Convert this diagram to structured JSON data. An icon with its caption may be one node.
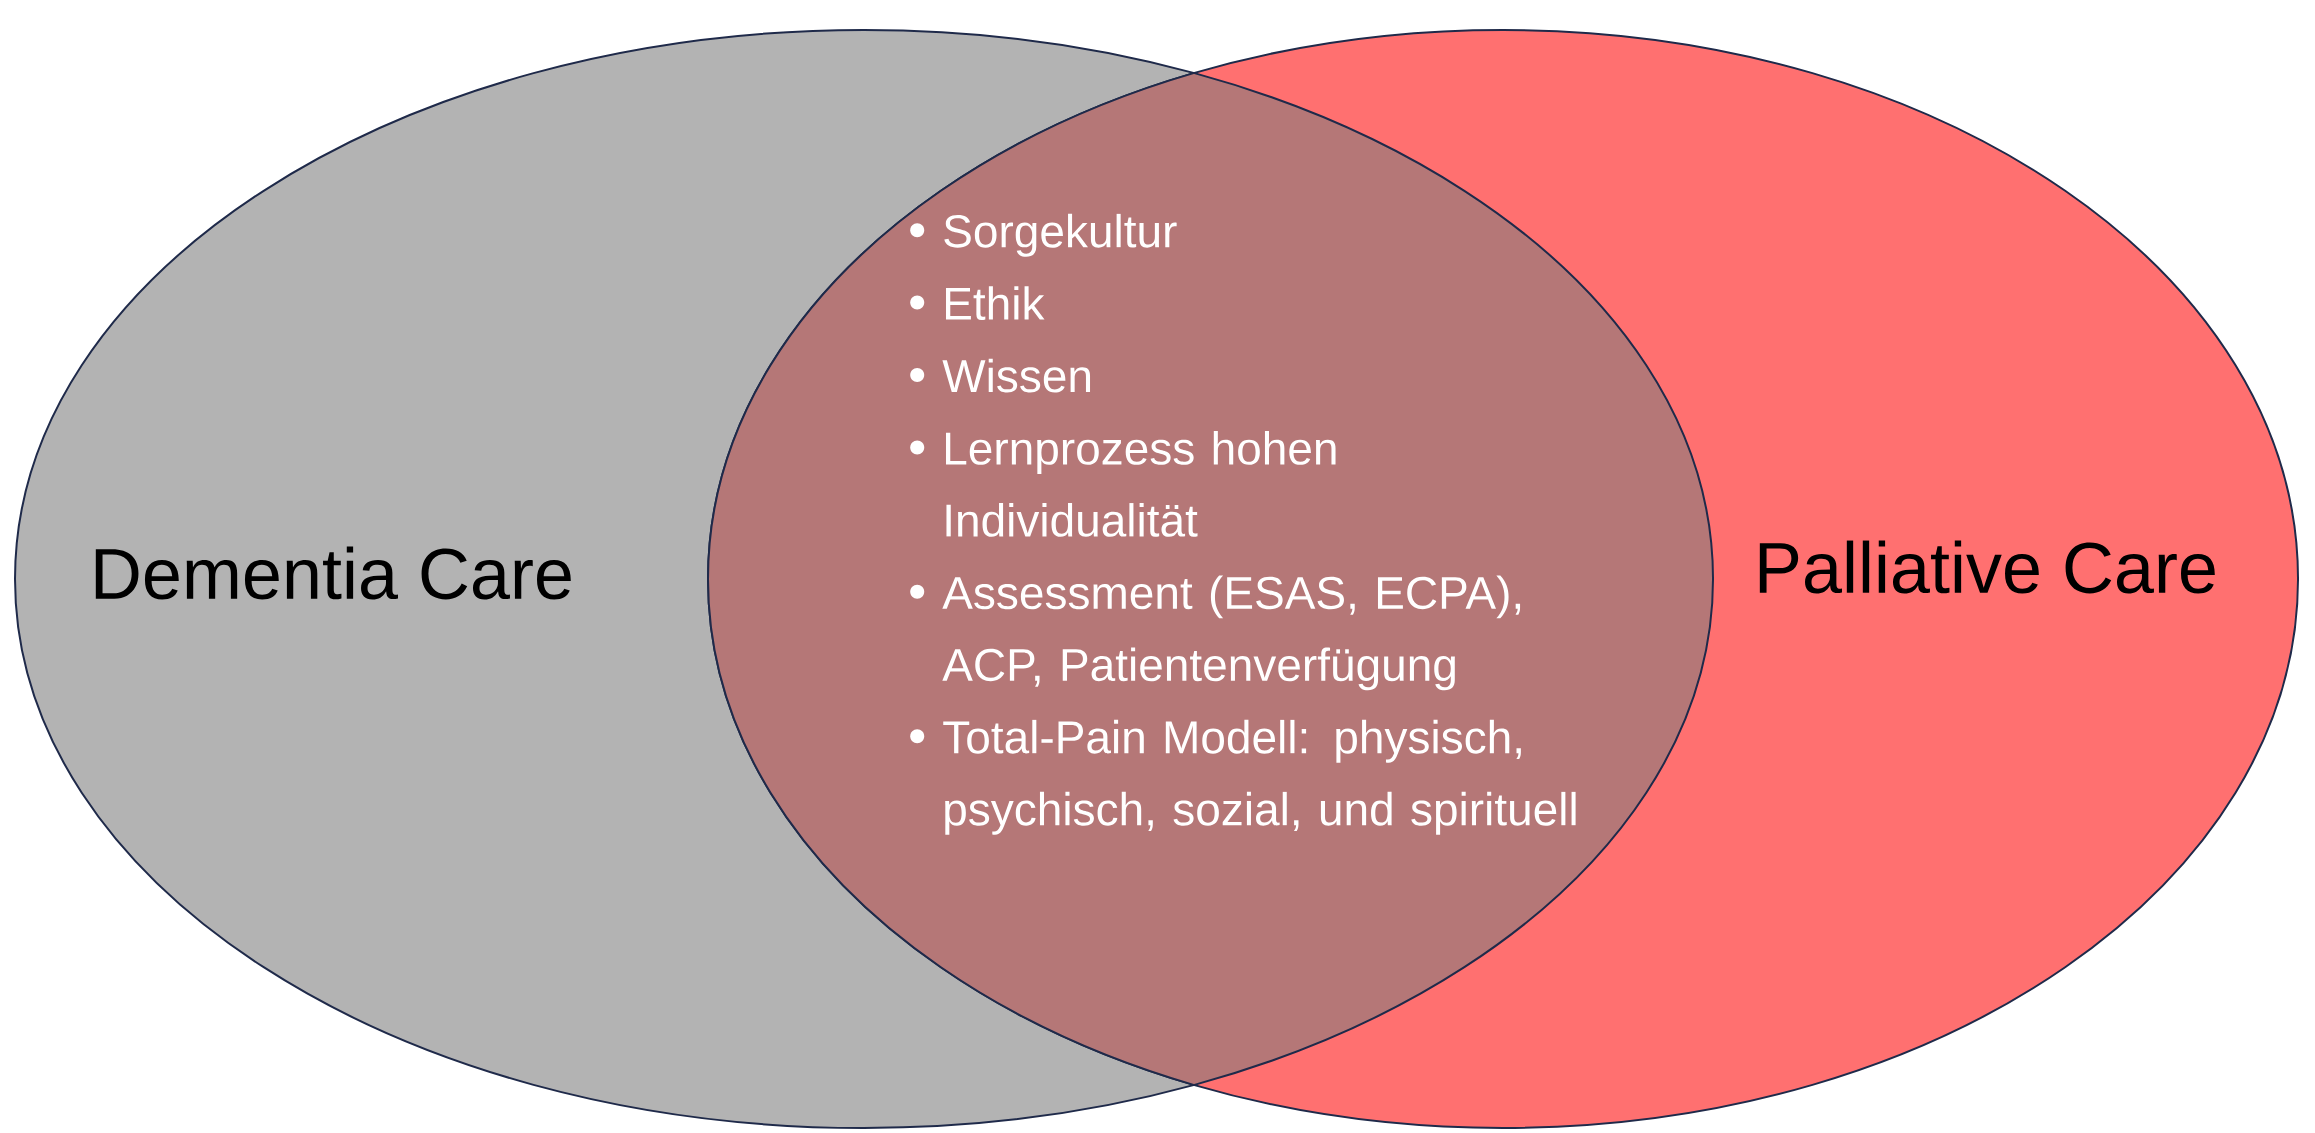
{
  "diagram": {
    "nodes": [
      {
        "text": [
          "Dementia Care"
        ]
      },
      {
        "text": [
          "Palliative Care"
        ]
      }
    ],
    "labels": [
      "Sorgekultur",
      "Ethik",
      "Wissen",
      "Lernprozess hohen Individualität",
      "Assessment (ESAS, ECPA), ACP, Patientenverfügung",
      "Total-Pain Modell: physisch, psychisch, sozial, und spirituell"
    ]
  }
}
